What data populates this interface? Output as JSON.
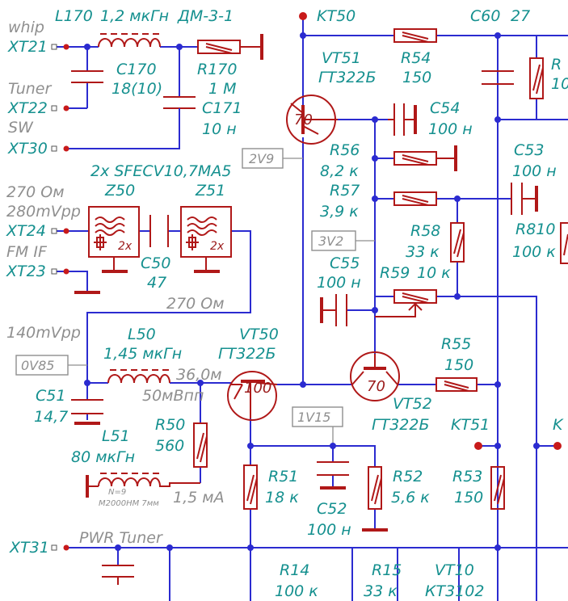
{
  "labels": {
    "l170": "L170",
    "l170_val": "1,2 мкГн",
    "dm": "ДМ-3-1",
    "whip": "whip",
    "xt21": "XT21",
    "tuner": "Tuner",
    "xt22": "XT22",
    "sw": "SW",
    "xt30": "XT30",
    "c170": "C170",
    "c170_val": "18(10)",
    "r170": "R170",
    "r170_val": "1 М",
    "c171": "C171",
    "c171_val": "10 н",
    "kt50": "KT50",
    "vt51": "VT51",
    "vt51_type": "ГТ322Б",
    "r54": "R54",
    "r54_val": "150",
    "c60": "C60",
    "c60_val": "27",
    "r_right": "R",
    "r_right_val": "10",
    "c54": "C54",
    "c54_val": "100 н",
    "tr70a": "70",
    "r56": "R56",
    "r56_val": "8,2 к",
    "r57": "R57",
    "r57_val": "3,9 к",
    "c53": "C53",
    "c53_val": "100 н",
    "r810": "R810",
    "r810_val": "100 к",
    "r58": "R58",
    "r58_val": "33 к",
    "r59": "R59",
    "r59_val": "10 к",
    "c55": "C55",
    "c55_val": "100 н",
    "filters": "2x SFECV10,7MA5",
    "z50": "Z50",
    "z51": "Z51",
    "x2": "2x",
    "ohm270": "270 Ом",
    "mvpp280": "280mVpp",
    "xt24": "XT24",
    "fmif": "FM IF",
    "xt23": "XT23",
    "c50": "C50",
    "c50_val": "47",
    "ohm270b": "270 Ом",
    "mvpp140": "140mVpp",
    "l50": "L50",
    "l50_val": "1,45 мкГн",
    "vt50": "VT50",
    "vt50_type": "ГТ322Б",
    "c51": "C51",
    "c51_val": "14,7",
    "ohm36": "36,0м",
    "mvpp50": "50мВпп",
    "tr100": "100",
    "tr70b": "70",
    "r55": "R55",
    "r55_val": "150",
    "vt52": "VT52",
    "vt52_type": "ГТ322Б",
    "kt51": "KT51",
    "kt_right": "K",
    "l51": "L51",
    "l51_val": "80 мкГн",
    "n9": "N=9",
    "core": "M2000HM 7мм",
    "ma15": "1,5 мА",
    "r50": "R50",
    "r50_val": "560",
    "r51": "R51",
    "r51_val": "18 к",
    "c52": "C52",
    "c52_val": "100 н",
    "r52": "R52",
    "r52_val": "5,6 к",
    "r53": "R53",
    "r53_val": "150",
    "xt31": "XT31",
    "pwr": "PWR Tuner",
    "r14": "R14",
    "r14_val": "100 к",
    "r15": "R15",
    "r15_val": "33 к",
    "vt10": "VT10",
    "vt10_type": "КТ3102"
  },
  "test_points": {
    "tp_2v9": "2V9",
    "tp_3v2": "3V2",
    "tp_0v85": "0V85",
    "tp_1v15": "1V15"
  },
  "colors": {
    "wire": "#2b2bd0",
    "component": "#b01818",
    "label": "#15908f",
    "note": "#8f8f8f"
  }
}
